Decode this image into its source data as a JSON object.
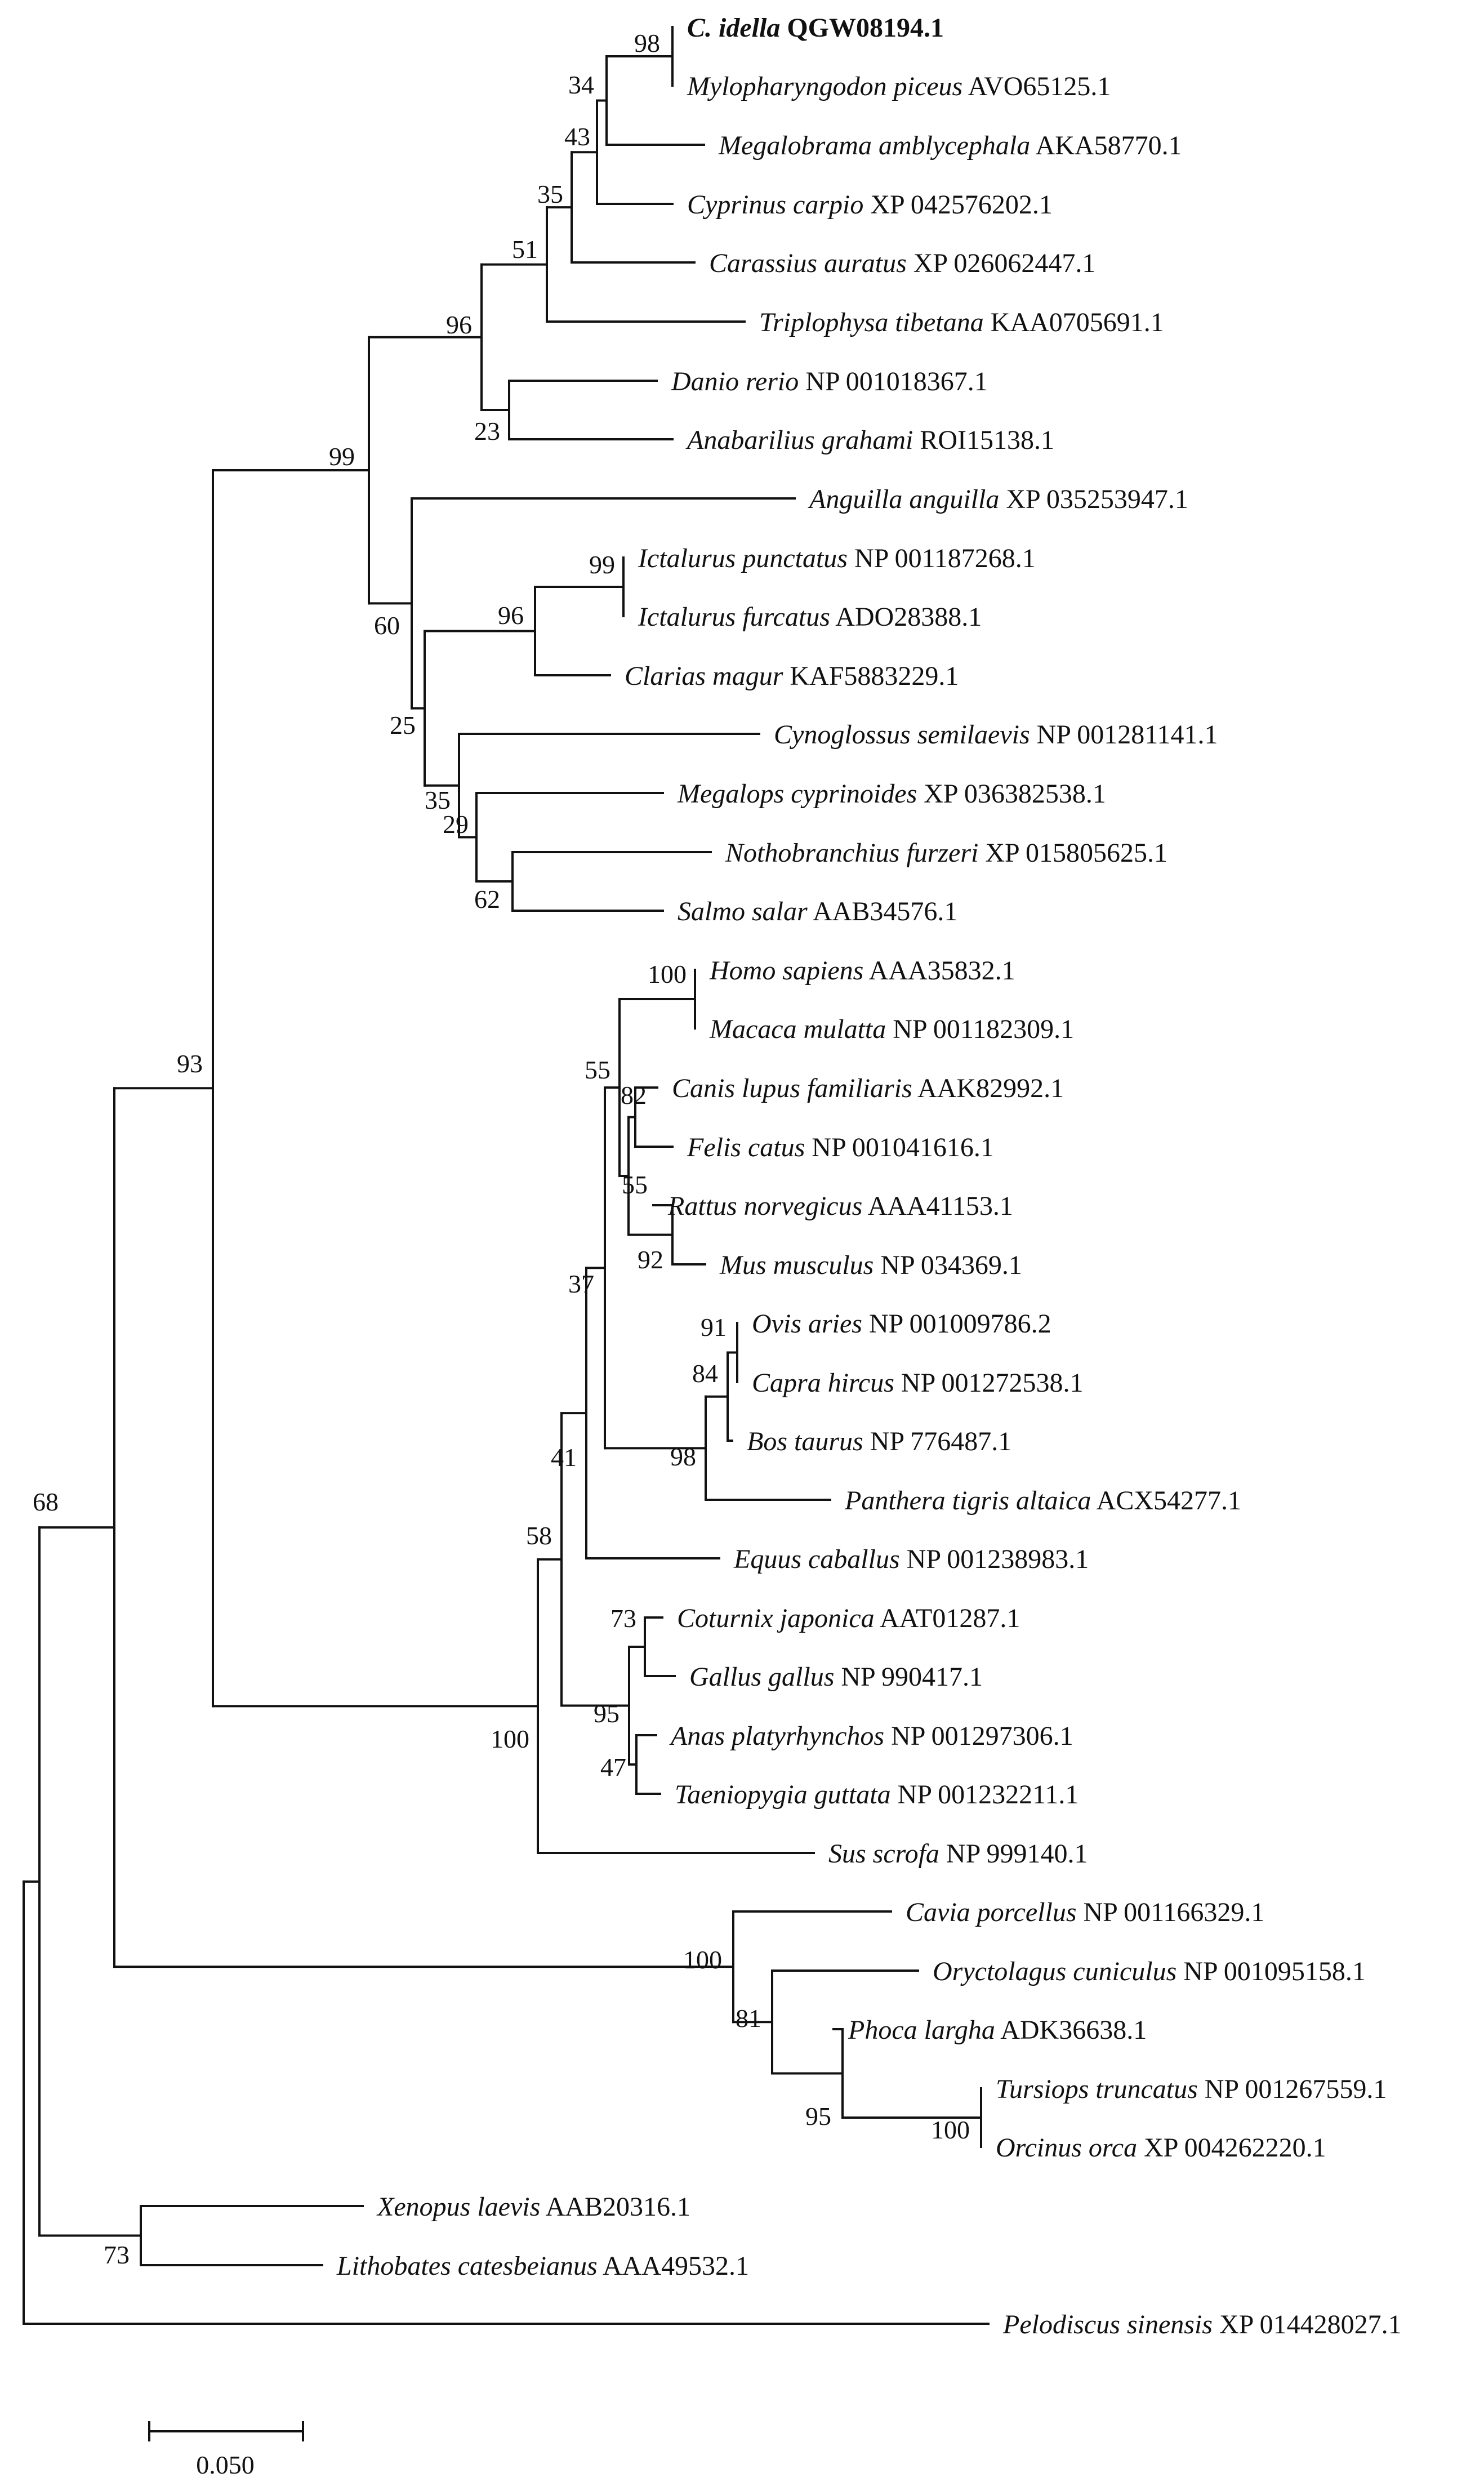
{
  "tree": {
    "leaves": [
      {
        "id": "c-idella",
        "species": "C. idella",
        "accession": "QGW08194.1",
        "bold": true
      },
      {
        "id": "mylopharyngodon",
        "species": "Mylopharyngodon piceus",
        "accession": "AVO65125.1"
      },
      {
        "id": "megalobrama",
        "species": "Megalobrama amblycephala",
        "accession": "AKA58770.1"
      },
      {
        "id": "cyprinus",
        "species": "Cyprinus carpio",
        "accession": "XP 042576202.1"
      },
      {
        "id": "carassius",
        "species": "Carassius auratus",
        "accession": "XP 026062447.1"
      },
      {
        "id": "triplophysa",
        "species": "Triplophysa tibetana",
        "accession": "KAA0705691.1"
      },
      {
        "id": "danio",
        "species": "Danio rerio",
        "accession": "NP 001018367.1"
      },
      {
        "id": "anabarilius",
        "species": "Anabarilius grahami",
        "accession": "ROI15138.1"
      },
      {
        "id": "anguilla",
        "species": "Anguilla anguilla",
        "accession": "XP 035253947.1"
      },
      {
        "id": "ictalurus-punctatus",
        "species": "Ictalurus punctatus",
        "accession": "NP 001187268.1"
      },
      {
        "id": "ictalurus-furcatus",
        "species": "Ictalurus furcatus",
        "accession": "ADO28388.1"
      },
      {
        "id": "clarias",
        "species": "Clarias magur",
        "accession": "KAF5883229.1"
      },
      {
        "id": "cynoglossus",
        "species": "Cynoglossus semilaevis",
        "accession": "NP 001281141.1"
      },
      {
        "id": "megalops",
        "species": "Megalops cyprinoides",
        "accession": "XP 036382538.1"
      },
      {
        "id": "nothobranchius",
        "species": "Nothobranchius furzeri",
        "accession": "XP 015805625.1"
      },
      {
        "id": "salmo",
        "species": "Salmo salar",
        "accession": "AAB34576.1"
      },
      {
        "id": "homo",
        "species": "Homo sapiens",
        "accession": "AAA35832.1"
      },
      {
        "id": "macaca",
        "species": "Macaca mulatta",
        "accession": "NP 001182309.1"
      },
      {
        "id": "canis",
        "species": "Canis lupus familiaris",
        "accession": "AAK82992.1"
      },
      {
        "id": "felis",
        "species": "Felis catus",
        "accession": "NP 001041616.1"
      },
      {
        "id": "rattus",
        "species": "Rattus norvegicus",
        "accession": "AAA41153.1"
      },
      {
        "id": "mus",
        "species": "Mus musculus",
        "accession": "NP 034369.1"
      },
      {
        "id": "ovis",
        "species": "Ovis aries",
        "accession": "NP 001009786.2"
      },
      {
        "id": "capra",
        "species": "Capra hircus",
        "accession": "NP 001272538.1"
      },
      {
        "id": "bos",
        "species": "Bos taurus",
        "accession": "NP 776487.1"
      },
      {
        "id": "panthera",
        "species": "Panthera tigris altaica",
        "accession": "ACX54277.1"
      },
      {
        "id": "equus",
        "species": "Equus caballus",
        "accession": "NP 001238983.1"
      },
      {
        "id": "coturnix",
        "species": "Coturnix japonica",
        "accession": "AAT01287.1"
      },
      {
        "id": "gallus",
        "species": "Gallus gallus",
        "accession": "NP 990417.1"
      },
      {
        "id": "anas",
        "species": "Anas platyrhynchos",
        "accession": "NP 001297306.1"
      },
      {
        "id": "taeniopygia",
        "species": "Taeniopygia guttata",
        "accession": "NP 001232211.1"
      },
      {
        "id": "sus",
        "species": "Sus scrofa",
        "accession": "NP 999140.1"
      },
      {
        "id": "cavia",
        "species": "Cavia porcellus",
        "accession": "NP 001166329.1"
      },
      {
        "id": "oryctolagus",
        "species": "Oryctolagus cuniculus",
        "accession": "NP 001095158.1"
      },
      {
        "id": "phoca",
        "species": "Phoca largha",
        "accession": "ADK36638.1"
      },
      {
        "id": "tursiops",
        "species": "Tursiops truncatus",
        "accession": "NP 001267559.1"
      },
      {
        "id": "orcinus",
        "species": "Orcinus orca",
        "accession": "XP 004262220.1"
      },
      {
        "id": "xenopus",
        "species": "Xenopus laevis",
        "accession": "AAB20316.1"
      },
      {
        "id": "lithobates",
        "species": "Lithobates catesbeianus",
        "accession": "AAA49532.1"
      },
      {
        "id": "pelodiscus",
        "species": "Pelodiscus sinensis",
        "accession": "XP 014428027.1"
      }
    ],
    "support_values": [
      "98",
      "34",
      "43",
      "35",
      "51",
      "96",
      "23",
      "99",
      "99",
      "96",
      "60",
      "25",
      "35",
      "29",
      "62",
      "100",
      "82",
      "55",
      "55",
      "92",
      "37",
      "91",
      "84",
      "98",
      "41",
      "58",
      "73",
      "95",
      "47",
      "100",
      "93",
      "100",
      "81",
      "95",
      "100",
      "68",
      "73"
    ],
    "scale_bar": {
      "label": "0.050"
    },
    "colors": {
      "line": "#111111",
      "background": "#ffffff"
    }
  }
}
